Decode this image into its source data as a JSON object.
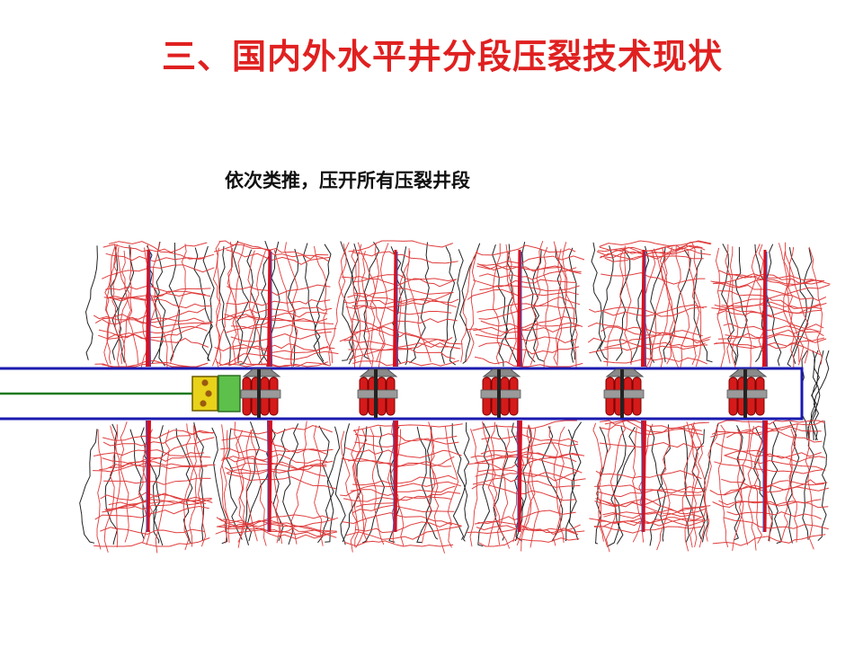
{
  "slide": {
    "title": "三、国内外水平井分段压裂技术现状",
    "subtitle": "依次类推，压开所有压裂井段"
  },
  "diagram": {
    "fracture_stage_count": 6,
    "packer_count": 5
  },
  "colors": {
    "title": "#e02020",
    "subtitle": "#111111",
    "wellbore_outline": "#1a1ab0",
    "tubing_line": "#1d7a1d",
    "main_fracture": "#d81020",
    "fracture_network": "#e03c3c",
    "formation_cracks": "#222222",
    "perforation_line": "#2a55c8",
    "packer_body": "#d51a1a",
    "packer_top": "#8a8a8a",
    "tool_yellow": "#e8d21a",
    "tool_green": "#5cc04a",
    "tool_dot": "#9a5a10"
  }
}
